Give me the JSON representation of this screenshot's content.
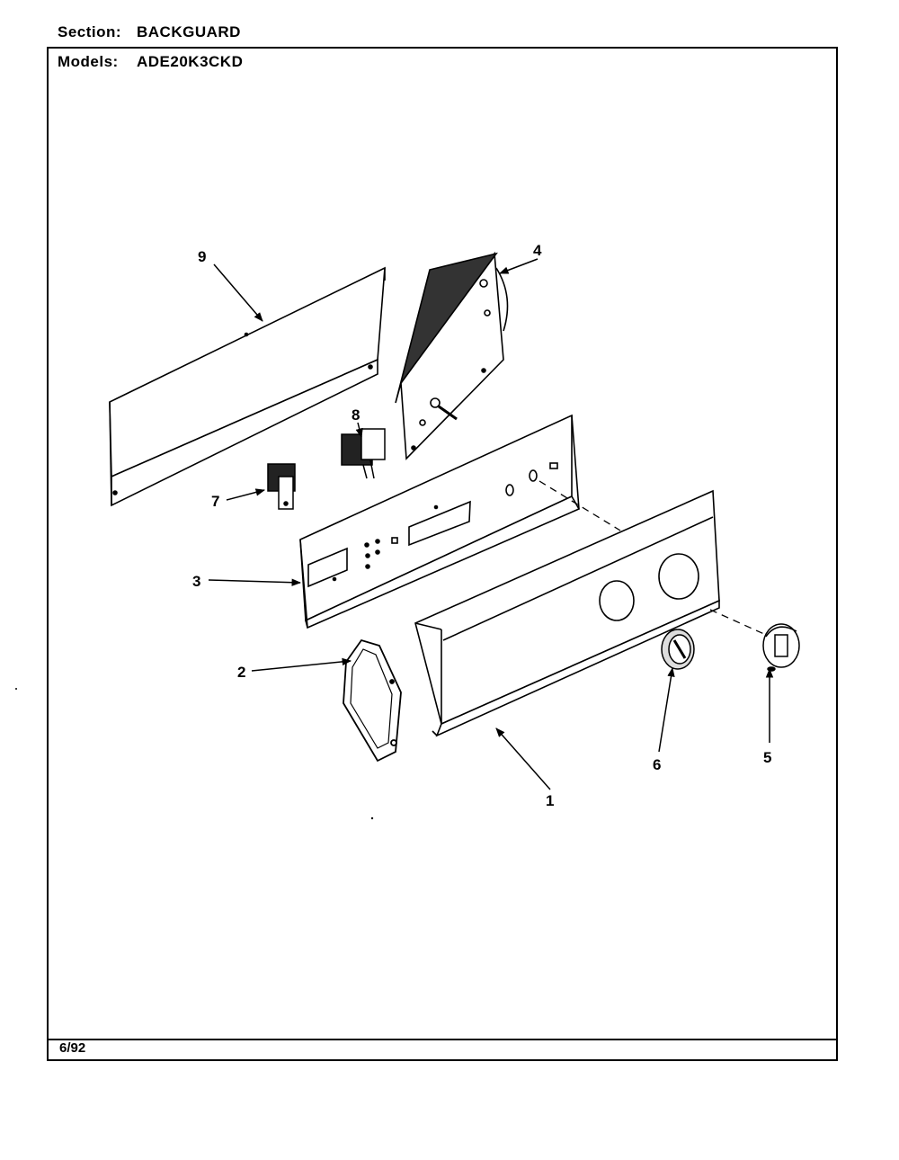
{
  "header": {
    "section_label": "Section:",
    "section_value": "BACKGUARD",
    "models_label": "Models:",
    "models_value": "ADE20K3CKD"
  },
  "footer": {
    "date": "6/92"
  },
  "callouts": [
    "1",
    "2",
    "3",
    "4",
    "5",
    "6",
    "7",
    "8",
    "9"
  ]
}
